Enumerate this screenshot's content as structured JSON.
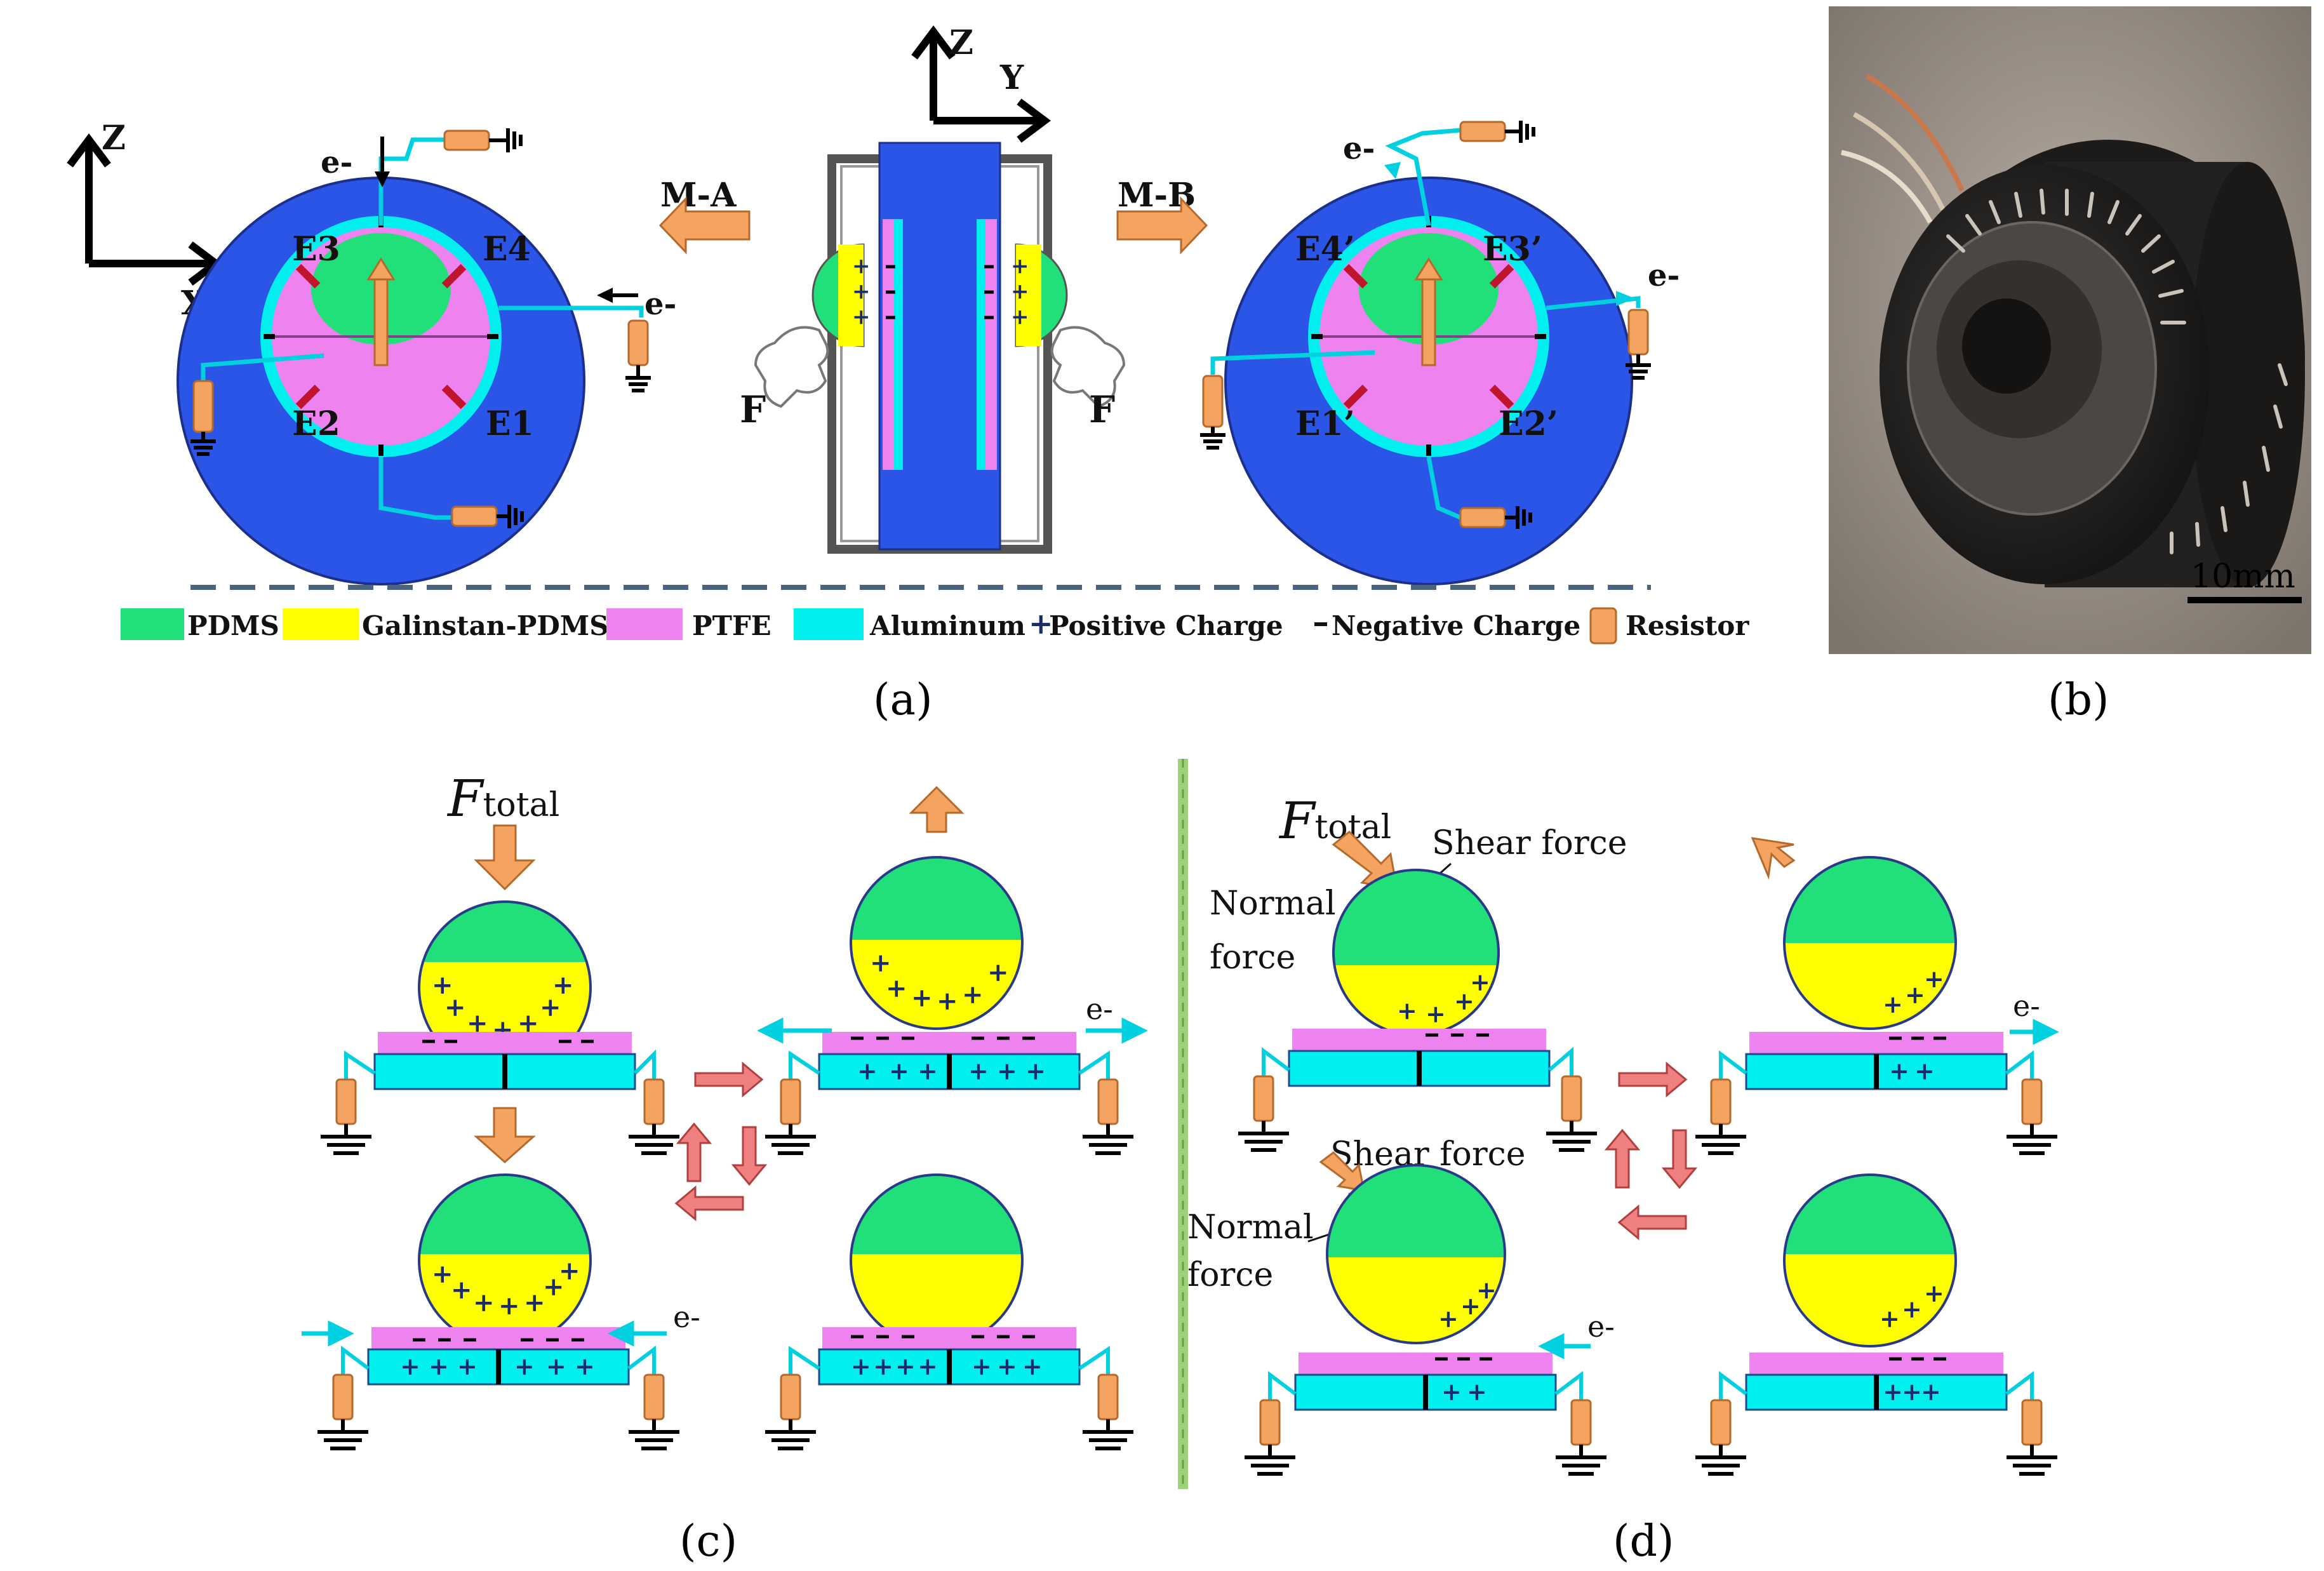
{
  "panel_a": {
    "caption": "(a)",
    "left_axes": {
      "z": "Z",
      "x": "X"
    },
    "center_axes": {
      "z": "Z",
      "y": "Y"
    },
    "mode_a_label": "M-A",
    "mode_b_label": "M-B",
    "electron": "e-",
    "left_electrodes": [
      "E3",
      "E4",
      "E2",
      "E1"
    ],
    "right_electrodes": [
      "E4’",
      "E3’",
      "E1’",
      "E2’"
    ],
    "force_label": "F",
    "legend": [
      {
        "label": "PDMS",
        "color": "#21e07a",
        "kind": "box"
      },
      {
        "label": "Galinstan-PDMS",
        "color": "#ffff00",
        "kind": "box"
      },
      {
        "label": "PTFE",
        "color": "#ee82ee",
        "kind": "box"
      },
      {
        "label": "Aluminum",
        "color": "#00f0f0",
        "kind": "box"
      },
      {
        "label": "Positive Charge",
        "color": "#1a2a6c",
        "kind": "plus"
      },
      {
        "label": "Negative Charge",
        "color": "#111111",
        "kind": "minus"
      },
      {
        "label": "Resistor",
        "color": "#f4a460",
        "kind": "resistor"
      }
    ]
  },
  "panel_b": {
    "caption": "(b)",
    "scale_bar": "10mm"
  },
  "panel_c": {
    "caption": "(c)",
    "force_main": "F",
    "force_sub": "total",
    "electron": "e-"
  },
  "panel_d": {
    "caption": "(d)",
    "force_main": "F",
    "force_sub": "total",
    "shear": "Shear force",
    "normal_line1": "Normal",
    "normal_line2": "force",
    "electron": "e-"
  },
  "colors": {
    "pdms": "#21e07a",
    "galinstan": "#ffff00",
    "ptfe": "#ee82ee",
    "aluminum": "#00f0f0",
    "disc_blue": "#2b55e6",
    "resistor": "#f4a460",
    "arrow_orange": "#f4a460",
    "arrow_pink": "#f08080"
  }
}
